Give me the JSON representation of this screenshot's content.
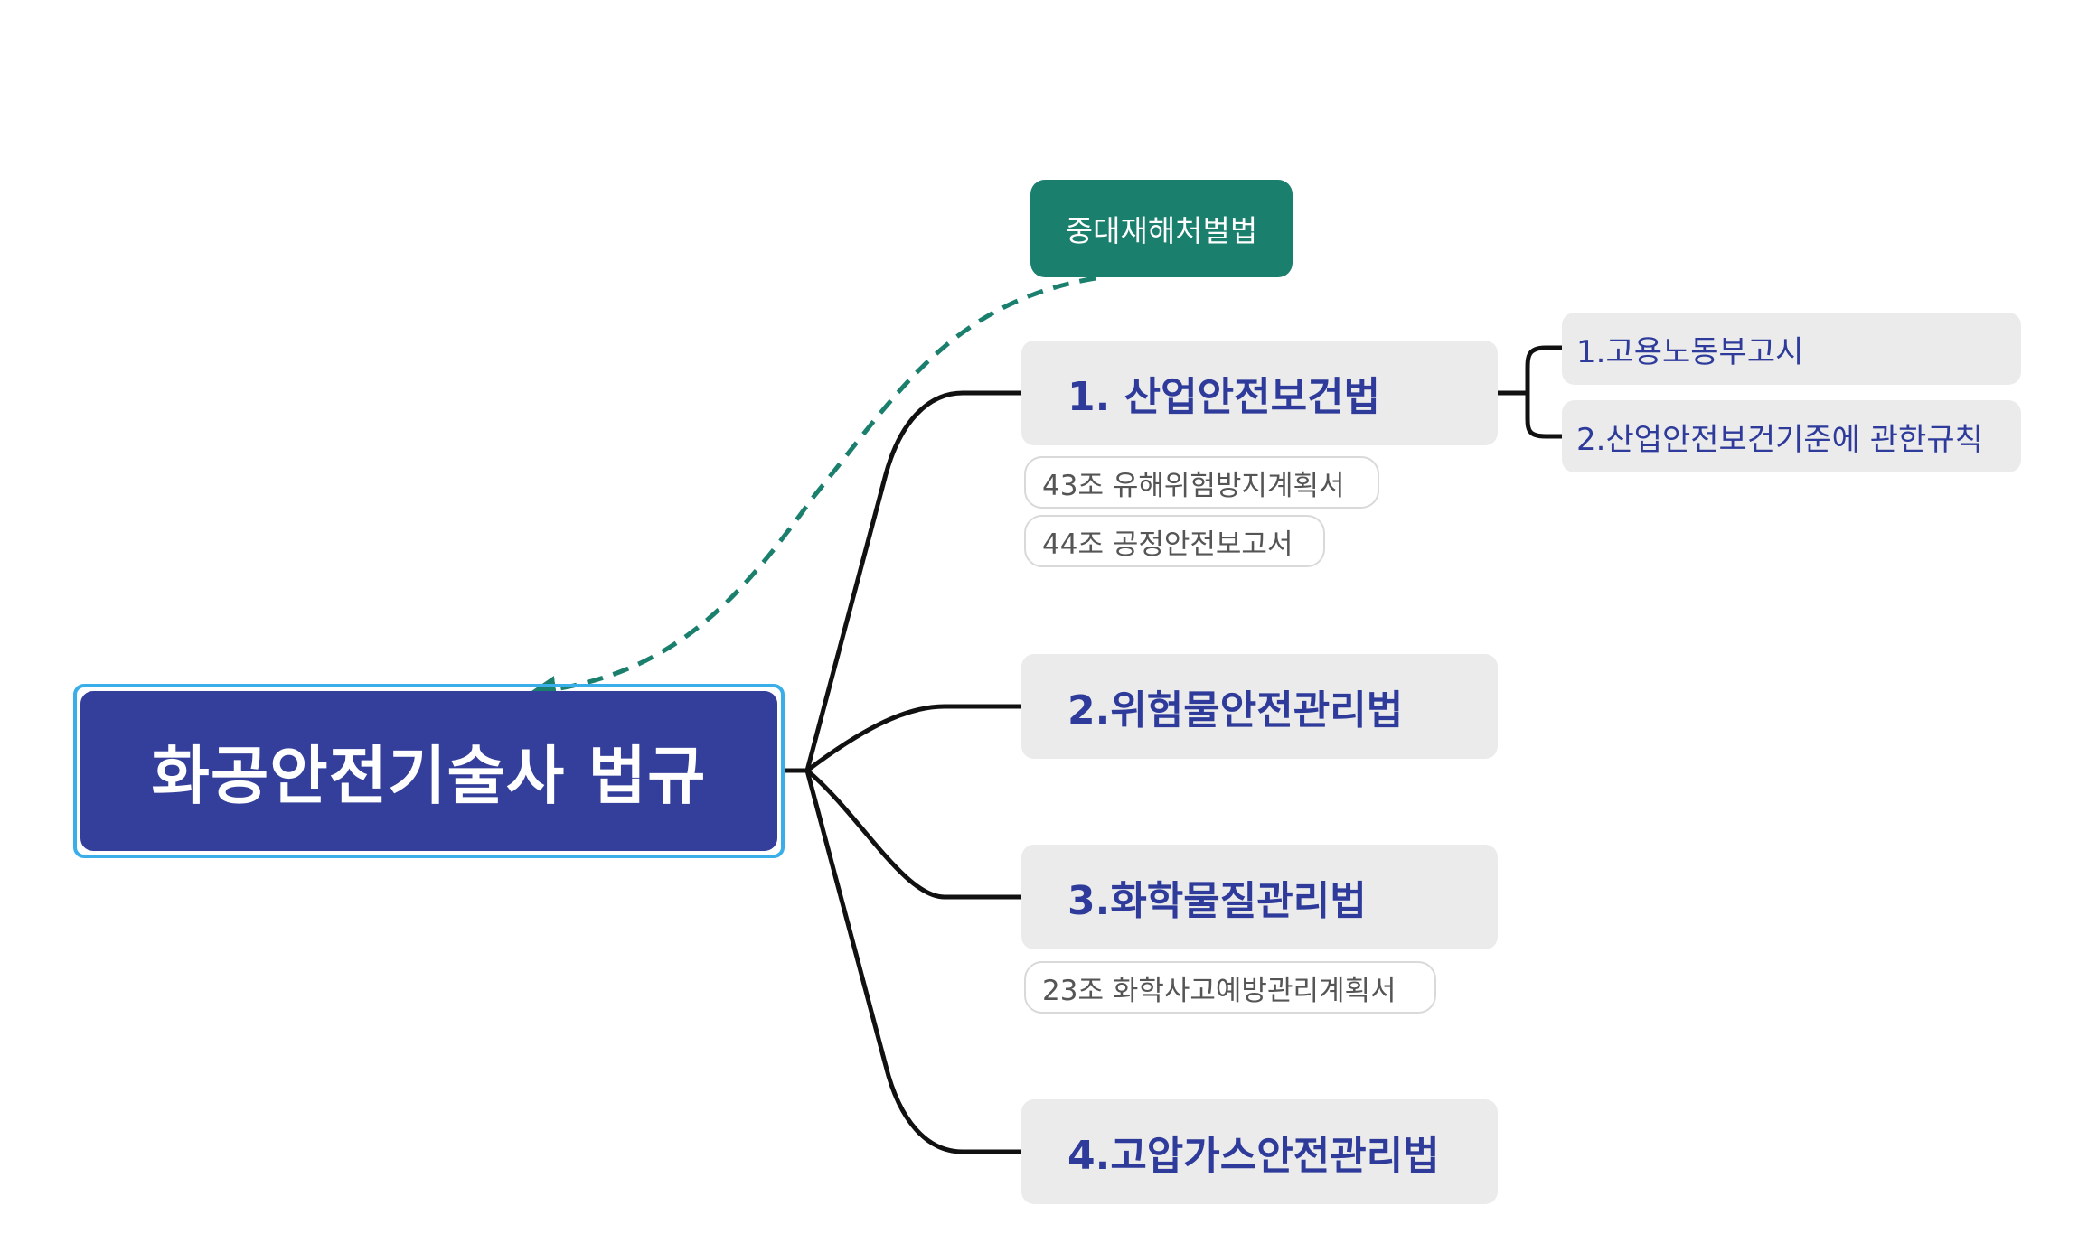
{
  "colors": {
    "root_fill": "#343f9b",
    "root_outline": "#3aaee8",
    "branch_fill": "#ebebeb",
    "branch_text": "#2e3b9b",
    "floating_fill": "#1a7f6d",
    "connector": "#111111",
    "relation": "#1a7f6d"
  },
  "root": {
    "label": "화공안전기술사 법규"
  },
  "floating_topic": {
    "label": "중대재해처벌법"
  },
  "branches": [
    {
      "label": "1. 산업안전보건법"
    },
    {
      "label": "2.위험물안전관리법"
    },
    {
      "label": "3.화학물질관리법"
    },
    {
      "label": "4.고압가스안전관리법"
    }
  ],
  "tags": {
    "law1": [
      "43조 유해위험방지계획서",
      "44조 공정안전보고서"
    ],
    "law3": [
      "23조 화학사고예방관리계획서"
    ]
  },
  "subtopics": {
    "law1": [
      "1.고용노동부고시",
      "2.산업안전보건기준에 관한규칙"
    ]
  }
}
